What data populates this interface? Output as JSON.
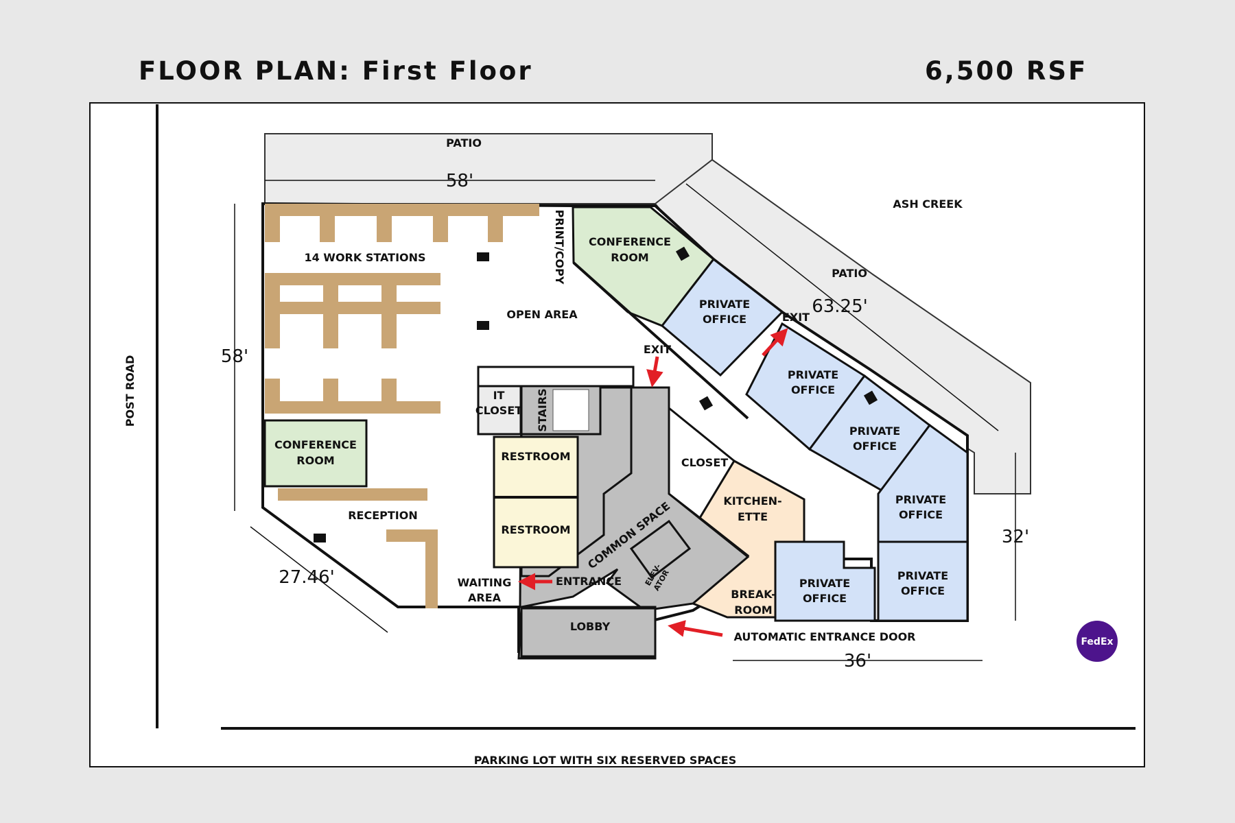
{
  "header": {
    "title": "FLOOR PLAN:  First Floor",
    "area": "6,500 RSF"
  },
  "labels": {
    "patio_top": "PATIO",
    "ash_creek": "ASH CREEK",
    "patio_right": "PATIO",
    "post_road": "POST ROAD",
    "parking": "PARKING LOT  WITH SIX RESERVED SPACES",
    "work_stations": "14 WORK STATIONS",
    "print_copy": "PRINT/COPY",
    "open_area": "OPEN AREA",
    "conference_left_1": "CONFERENCE",
    "conference_left_2": "ROOM",
    "conference_top_1": "CONFERENCE",
    "conference_top_2": "ROOM",
    "reception": "RECEPTION",
    "waiting_1": "WAITING",
    "waiting_2": "AREA",
    "entrance": "ENTRANCE",
    "lobby": "LOBBY",
    "it_closet_1": "IT",
    "it_closet_2": "CLOSET",
    "stairs": "STAIRS",
    "restroom_1": "RESTROOM",
    "restroom_2": "RESTROOM",
    "common_space": "COMMON SPACE",
    "elevator_1": "ELEV-",
    "elevator_2": "ATOR",
    "closet": "CLOSET",
    "kitchen_1": "KITCHEN-",
    "kitchen_2": "ETTE",
    "break_1": "BREAK-",
    "break_2": "ROOM",
    "private_office_1": "PRIVATE",
    "private_office_2": "OFFICE",
    "exit_1": "EXIT",
    "exit_2": "EXIT",
    "auto_door": "AUTOMATIC ENTRANCE DOOR",
    "logo": "FedEx"
  },
  "dimensions": {
    "top": "58'",
    "left": "58'",
    "diag_right": "63.25'",
    "right": "32'",
    "bottom_left": "27.46'",
    "bottom_right": "36'"
  },
  "colors": {
    "conference": "#dbecd1",
    "office": "#d3e2f8",
    "restroom": "#fbf6d8",
    "kitchen": "#fde8cf",
    "core": "#bfbfbf",
    "desk": "#c9a574",
    "patio": "#ececec",
    "arrow": "#e21f26",
    "logo": "#4d148c"
  }
}
